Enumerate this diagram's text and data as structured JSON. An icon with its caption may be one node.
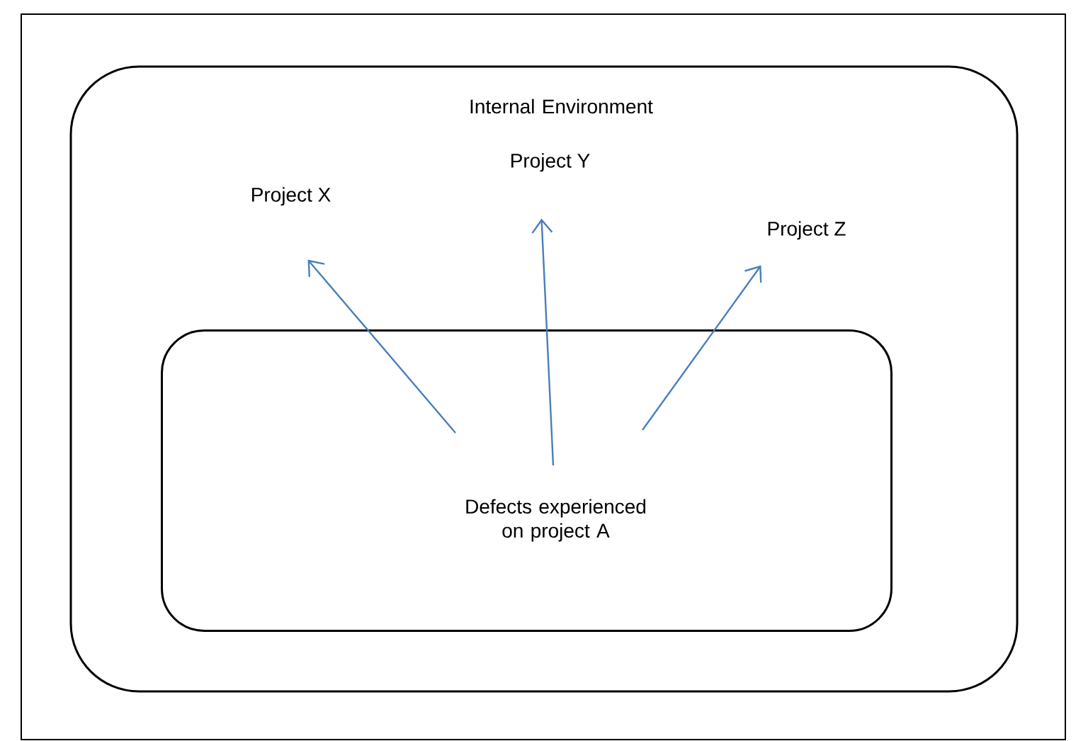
{
  "diagram": {
    "nodes": [
      {
        "text": [
          "Internal Environment"
        ]
      },
      {
        "text": [
          "Defects experienced on project A"
        ],
        "in": 0
      },
      {
        "text": [
          "Project X"
        ],
        "in": 0
      },
      {
        "text": [
          "Project Y"
        ],
        "in": 0
      },
      {
        "text": [
          "Project Z"
        ],
        "in": 0
      }
    ],
    "edges": [
      {
        "from": 1,
        "to": 2,
        "arrow": "to",
        "color": "#4a7ebb"
      },
      {
        "from": 1,
        "to": 3,
        "arrow": "to",
        "color": "#4a7ebb"
      },
      {
        "from": 1,
        "to": 4,
        "arrow": "to",
        "color": "#4a7ebb"
      }
    ]
  }
}
